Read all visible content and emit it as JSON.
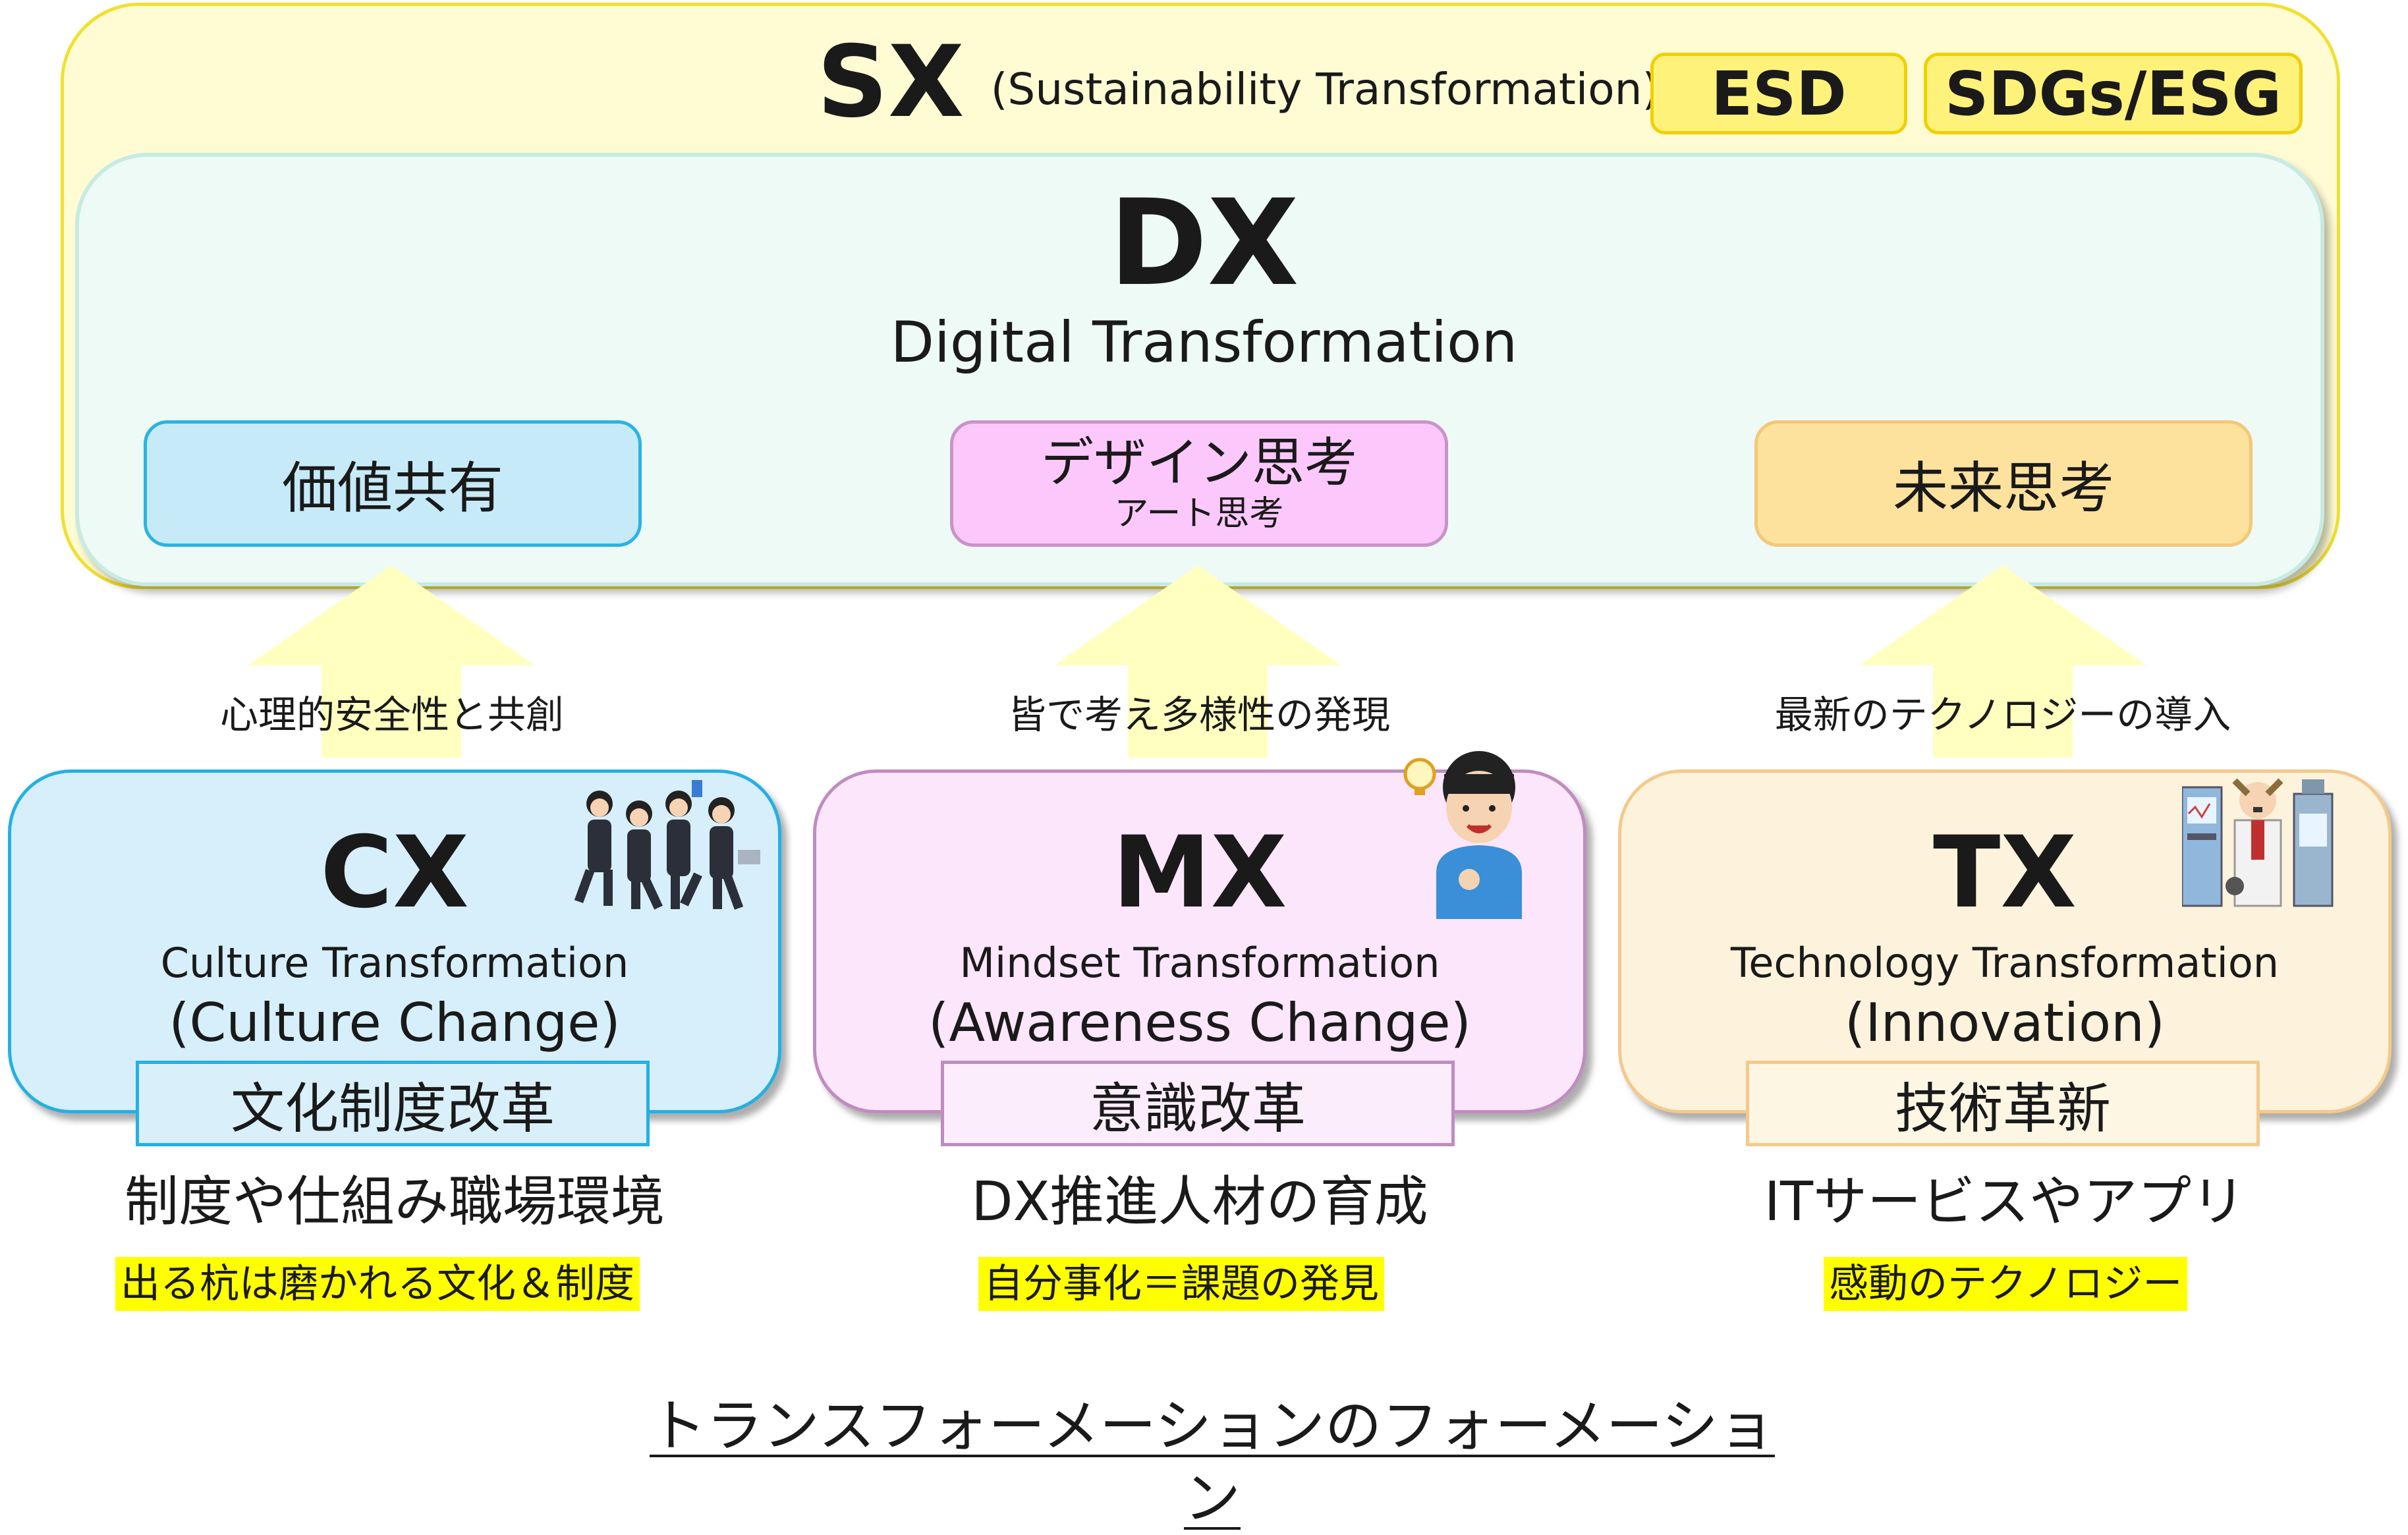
{
  "sx": {
    "abbr": "SX",
    "full": "(Sustainability Transformation)",
    "tags": [
      "ESD",
      "SDGs/ESG"
    ]
  },
  "dx": {
    "abbr": "DX",
    "full": "Digital Transformation",
    "pills": [
      {
        "label": "価値共有"
      },
      {
        "label": "デザイン思考",
        "sub": "アート思考"
      },
      {
        "label": "未来思考"
      }
    ]
  },
  "arrows": [
    {
      "label": "心理的安全性と共創"
    },
    {
      "label": "皆で考え多様性の発現"
    },
    {
      "label": "最新のテクノロジーの導入"
    }
  ],
  "transformations": [
    {
      "abbr": "CX",
      "full": "Culture Transformation",
      "sub": "(Culture Change)",
      "tag": "文化制度改革",
      "desc": "制度や仕組み職場環境",
      "highlight": "出る杭は磨かれる文化＆制度",
      "illustration": "office-team-running-icon"
    },
    {
      "abbr": "MX",
      "full": "Mindset Transformation",
      "sub": "(Awareness Change)",
      "tag": "意識改革",
      "desc": "DX推進人材の育成",
      "highlight": "自分事化＝課題の発見",
      "illustration": "person-idea-bulb-icon"
    },
    {
      "abbr": "TX",
      "full": "Technology Transformation",
      "sub": "(Innovation)",
      "tag": "技術革新",
      "desc": "ITサービスやアプリ",
      "highlight": "感動のテクノロジー",
      "illustration": "scientist-machines-icon"
    }
  ],
  "footer": "トランスフォーメーションのフォーメーション",
  "colors": {
    "sx_fill": "#fffcd4",
    "sx_border": "#f0e030",
    "dx_fill": "#eefaf6",
    "cx_fill": "#d6effa",
    "cx_border": "#24b0e4",
    "mx_fill": "#fce6fc",
    "mx_border": "#c08cc0",
    "tx_fill": "#fdf3dc",
    "tx_border": "#f4c98c",
    "arrow": "#ffffc0",
    "highlight": "#ffff00"
  }
}
